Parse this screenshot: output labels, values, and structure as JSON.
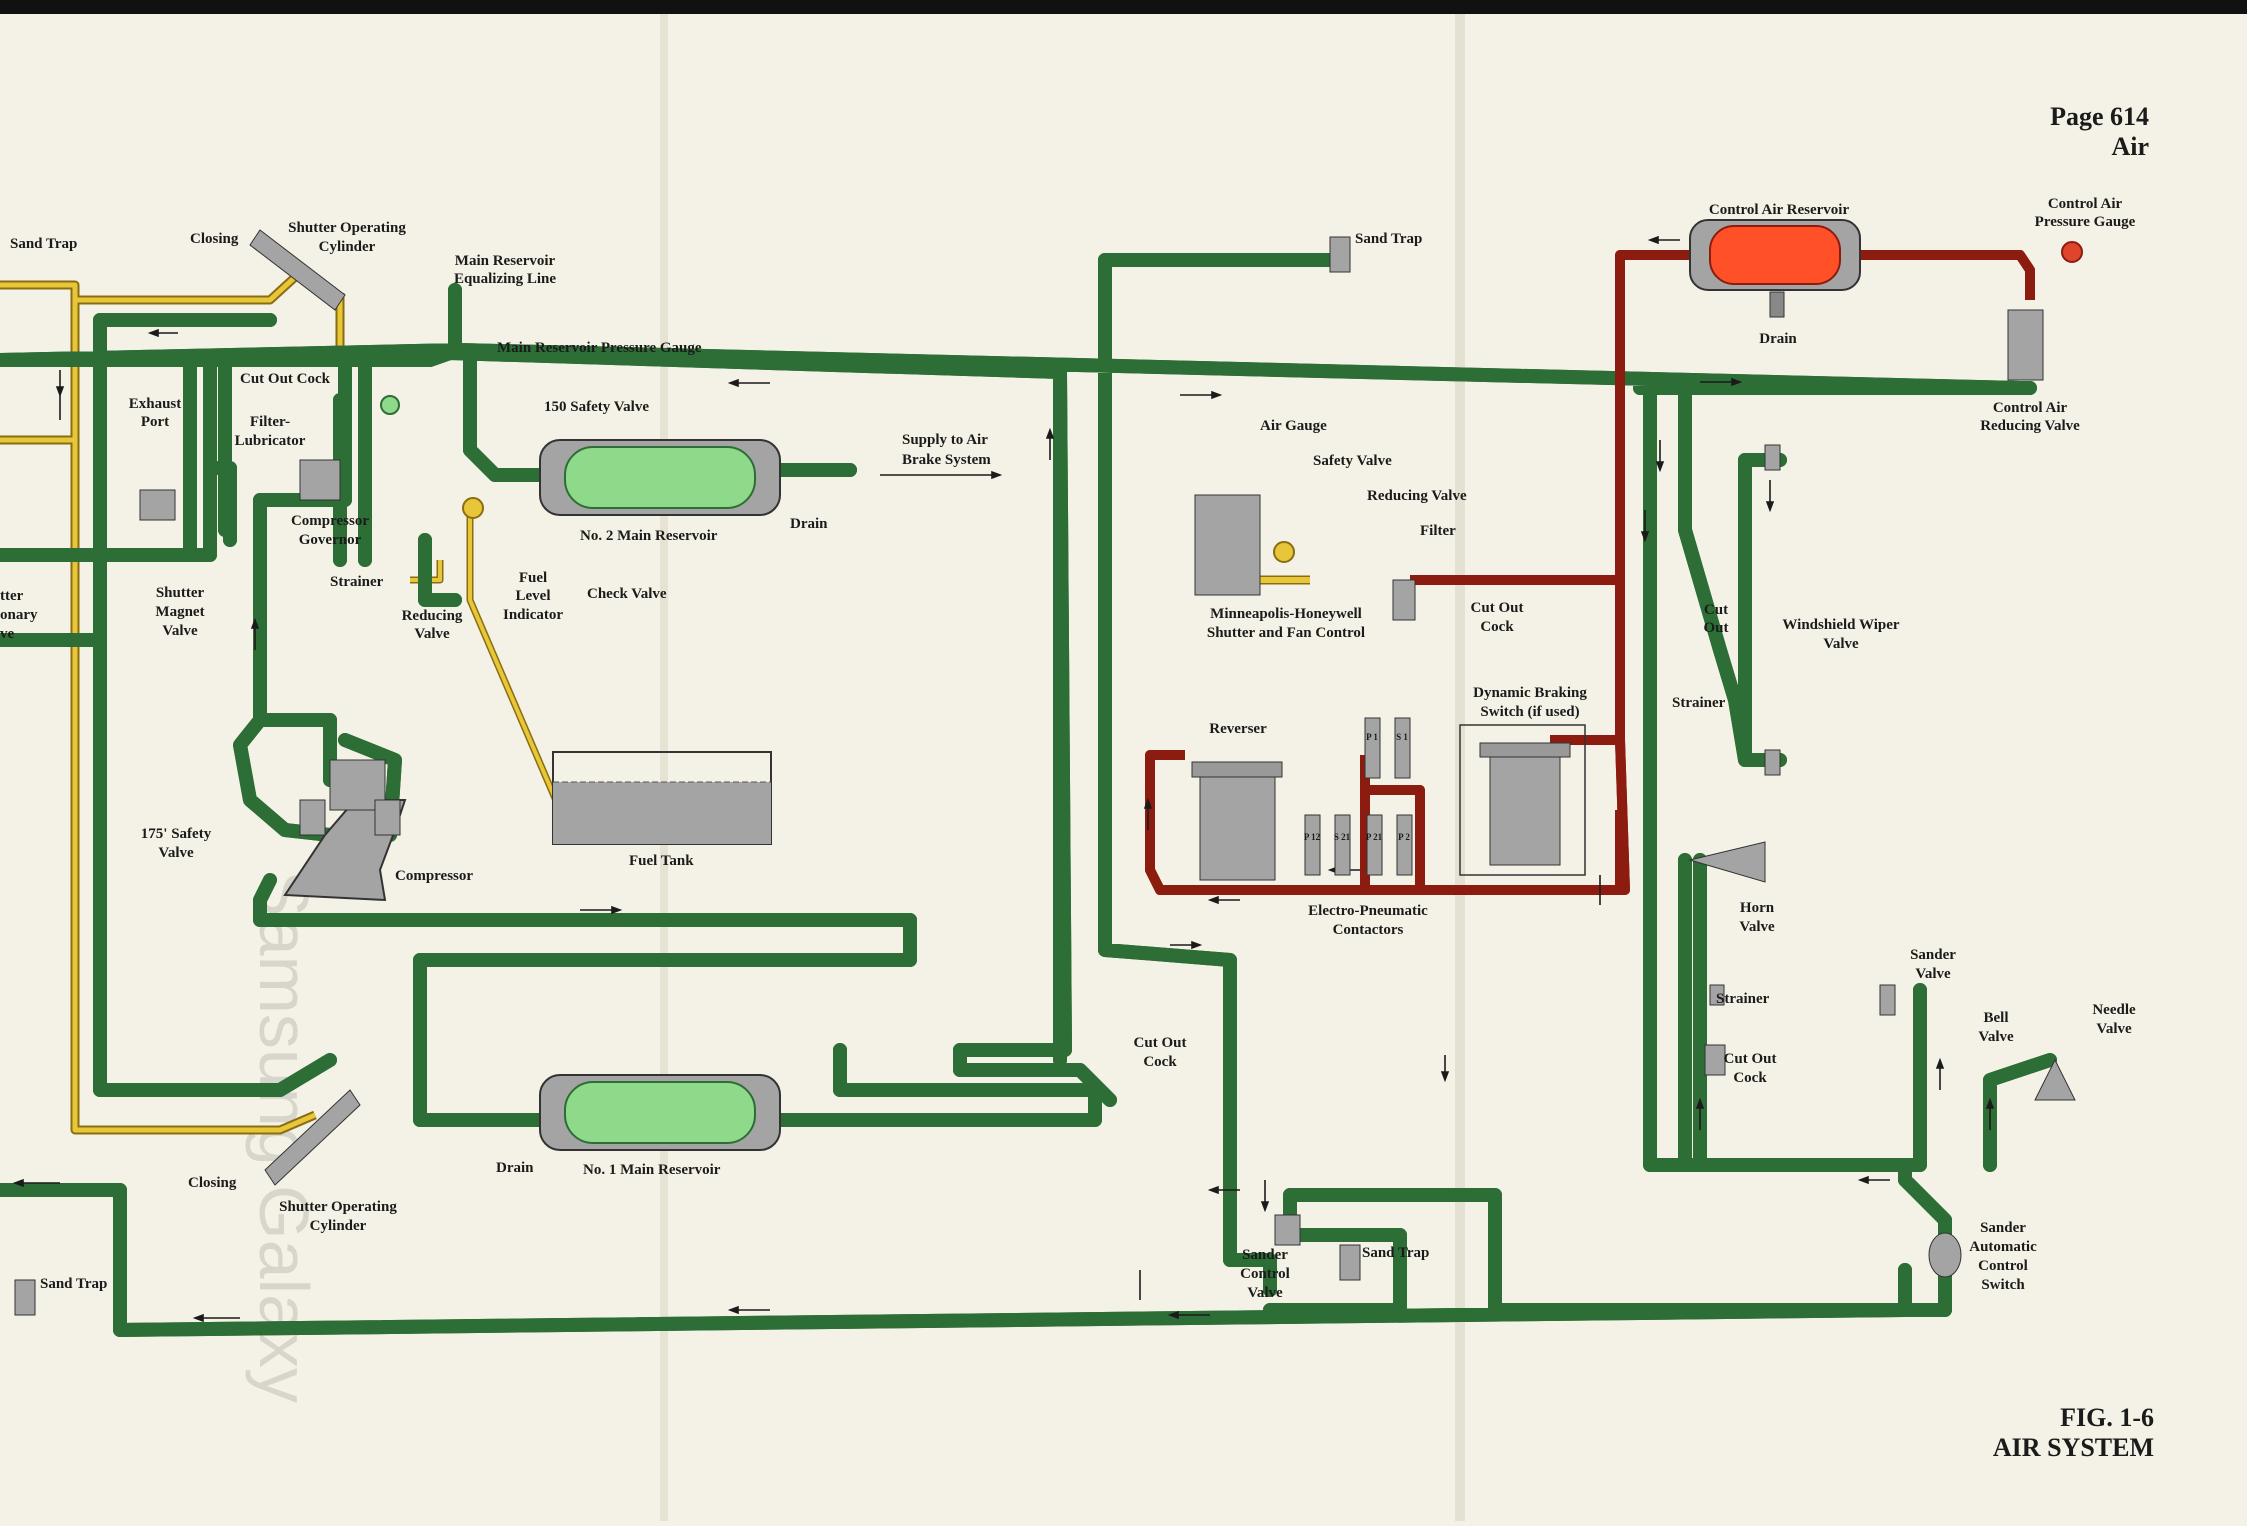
{
  "header": {
    "page_number": "Page 614",
    "section": "Air"
  },
  "figure": {
    "number": "FIG. 1-6",
    "title": "AIR SYSTEM"
  },
  "colors": {
    "main_air": "#8ed98a",
    "main_air_outline": "#2c6e35",
    "control_air": "#e0452c",
    "control_air_outline": "#8c1c10",
    "fuel_line": "#e8c63a",
    "component_gray": "#a4a4a4",
    "page_background": "#f4f2e6"
  },
  "labels": {
    "sand_trap_top_left": "Sand Trap",
    "closing_top": "Closing",
    "shutter_cyl_top": [
      "Shutter Operating",
      "Cylinder"
    ],
    "main_res_eq_line": [
      "Main Reservoir",
      "Equalizing Line"
    ],
    "main_res_gauge": "Main Reservoir Pressure Gauge",
    "cut_out_cock_left": "Cut Out Cock",
    "exhaust_port": [
      "Exhaust",
      "Port"
    ],
    "filter_lubricator": [
      "Filter-",
      "Lubricator"
    ],
    "safety_valve_150": "150  Safety Valve",
    "supply_air_brake": [
      "Supply to Air",
      "Brake System"
    ],
    "drain_no2": "Drain",
    "no2_main_reservoir": "No. 2 Main Reservoir",
    "compressor_governor": [
      "Compressor",
      "Governor"
    ],
    "strainer_left": "Strainer",
    "reducing_valve_left": [
      "Reducing",
      "Valve"
    ],
    "fuel_level_indicator": [
      "Fuel",
      "Level",
      "Indicator"
    ],
    "check_valve": "Check Valve",
    "shutter_magnet_valve": [
      "Shutter",
      "Magnet",
      "Valve"
    ],
    "stationary_partial": [
      "tter",
      "onary",
      "ve"
    ],
    "fuel_tank": "Fuel Tank",
    "safety_valve_175": [
      "175' Safety",
      "Valve"
    ],
    "compressor": "Compressor",
    "drain_no1": "Drain",
    "no1_main_reservoir": "No. 1 Main Reservoir",
    "closing_bottom": "Closing",
    "shutter_cyl_bottom": [
      "Shutter Operating",
      "Cylinder"
    ],
    "sand_trap_bottom_left": "Sand Trap",
    "sand_trap_top_mid": "Sand Trap",
    "cut_out_cock_mid": [
      "Cut Out",
      "Cock"
    ],
    "sander_control_valve": [
      "Sander",
      "Control",
      "Valve"
    ],
    "sand_trap_bottom_mid": "Sand Trap",
    "control_air_reservoir": "Control Air Reservoir",
    "drain_control": "Drain",
    "control_air_gauge": [
      "Control Air",
      "Pressure Gauge"
    ],
    "control_air_reducing": [
      "Control Air",
      "Reducing Valve"
    ],
    "air_gauge": "Air Gauge",
    "safety_valve_right": "Safety Valve",
    "reducing_valve_right": "Reducing Valve",
    "filter": "Filter",
    "mh_control": [
      "Minneapolis-Honeywell",
      "Shutter and Fan Control"
    ],
    "cut_out_cock_right": [
      "Cut Out",
      "Cock"
    ],
    "dynamic_braking": [
      "Dynamic Braking",
      "Switch (if used)"
    ],
    "reverser": "Reverser",
    "ep_contactors": [
      "Electro-Pneumatic",
      "Contactors"
    ],
    "cut_out_wiper": [
      "Cut",
      "Out"
    ],
    "strainer_wiper": "Strainer",
    "windshield_wiper": [
      "Windshield Wiper",
      "Valve"
    ],
    "horn_valve": [
      "Horn",
      "Valve"
    ],
    "strainer_horn": "Strainer",
    "cut_out_cock_horn": [
      "Cut Out",
      "Cock"
    ],
    "sander_valve": [
      "Sander",
      "Valve"
    ],
    "bell_valve": [
      "Bell",
      "Valve"
    ],
    "needle_valve": [
      "Needle",
      "Valve"
    ],
    "sander_auto_switch": [
      "Sander",
      "Automatic",
      "Control",
      "Switch"
    ],
    "contactor_tags": [
      "P 1",
      "S 1",
      "P 12",
      "S 21",
      "P 21",
      "P 2"
    ]
  }
}
